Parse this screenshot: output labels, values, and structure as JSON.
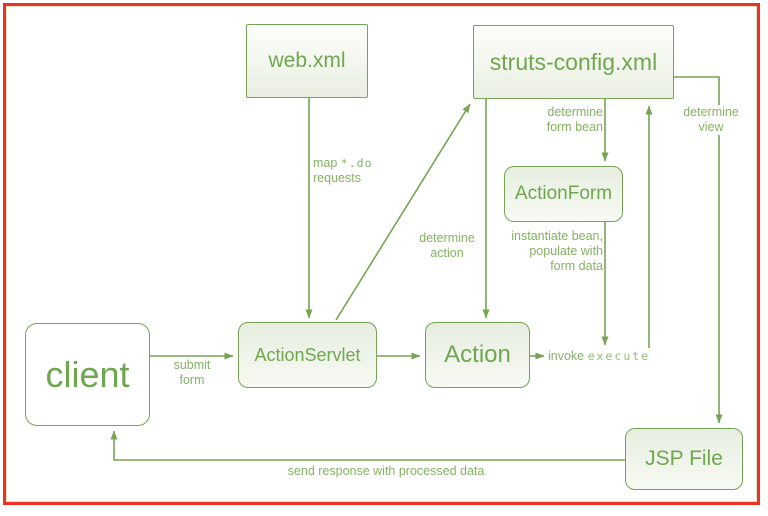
{
  "diagram": {
    "type": "flow-diagram",
    "subject": "Struts request processing flow",
    "colors": {
      "frame_red": "#ee3124",
      "node_border_green": "#76a355",
      "node_text_green": "#6fa64f",
      "label_green": "#85b264",
      "mono_green": "#8fbe77"
    },
    "nodes": {
      "web_xml": {
        "label": "web.xml"
      },
      "struts_config": {
        "label": "struts-config.xml"
      },
      "action_form": {
        "label": "ActionForm"
      },
      "client": {
        "label": "client"
      },
      "action_servlet": {
        "label": "ActionServlet"
      },
      "action": {
        "label": "Action"
      },
      "jsp_file": {
        "label": "JSP File"
      }
    },
    "edge_labels": {
      "map_requests": {
        "line1_text": "map ",
        "line1_code": "*.do",
        "line2": "requests"
      },
      "determine_form_bean": {
        "line1": "determine",
        "line2": "form bean"
      },
      "determine_view": {
        "line1": "determine",
        "line2": "view"
      },
      "determine_action": {
        "line1": "determine",
        "line2": "action"
      },
      "instantiate": {
        "line1": "instantiate bean,",
        "line2": "populate with",
        "line3": "form data"
      },
      "submit_form": {
        "line1": "submit",
        "line2": "form"
      },
      "invoke_execute": {
        "text": "invoke",
        "code": "execute"
      },
      "send_response": {
        "text": "send response with processed data"
      }
    },
    "edges": [
      {
        "from": "web_xml",
        "to": "action_servlet",
        "label": "map *.do requests"
      },
      {
        "from": "action_servlet",
        "to": "struts_config",
        "label": ""
      },
      {
        "from": "client",
        "to": "action_servlet",
        "label": "submit form"
      },
      {
        "from": "action_servlet",
        "to": "action",
        "label": ""
      },
      {
        "from": "struts_config",
        "to": "action",
        "label": "determine action"
      },
      {
        "from": "struts_config",
        "to": "action_form",
        "label": "determine form bean"
      },
      {
        "from": "action_form",
        "to": "invoke_execute",
        "label": "instantiate bean, populate with form data"
      },
      {
        "from": "action",
        "to": "invoke_execute",
        "label": "invoke execute"
      },
      {
        "from": "invoke_execute",
        "to": "struts_config",
        "label": ""
      },
      {
        "from": "struts_config",
        "to": "jsp_file",
        "label": "determine view"
      },
      {
        "from": "jsp_file",
        "to": "client",
        "label": "send response with processed data"
      }
    ]
  }
}
